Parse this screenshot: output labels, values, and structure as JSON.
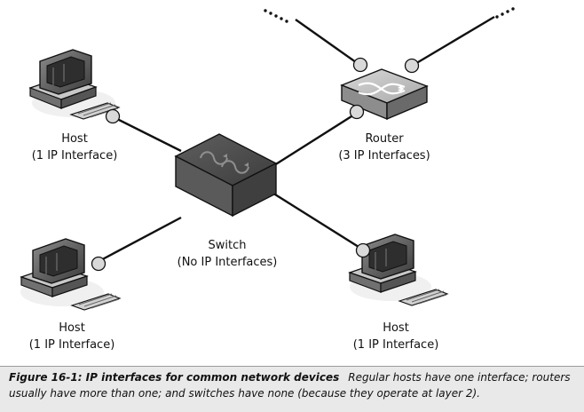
{
  "nodes": {
    "host_top_left": {
      "name": "Host",
      "detail": "(1 IP Interface)"
    },
    "router": {
      "name": "Router",
      "detail": "(3 IP Interfaces)"
    },
    "switch": {
      "name": "Switch",
      "detail": "(No IP Interfaces)"
    },
    "host_bottom_left": {
      "name": "Host",
      "detail": "(1 IP Interface)"
    },
    "host_bottom_right": {
      "name": "Host",
      "detail": "(1 IP Interface)"
    }
  },
  "caption": {
    "title": "Figure 16-1: IP interfaces for common network devices",
    "text": "Regular hosts have one interface; routers usually have more than one; and switches have none (because they operate at layer 2)."
  }
}
